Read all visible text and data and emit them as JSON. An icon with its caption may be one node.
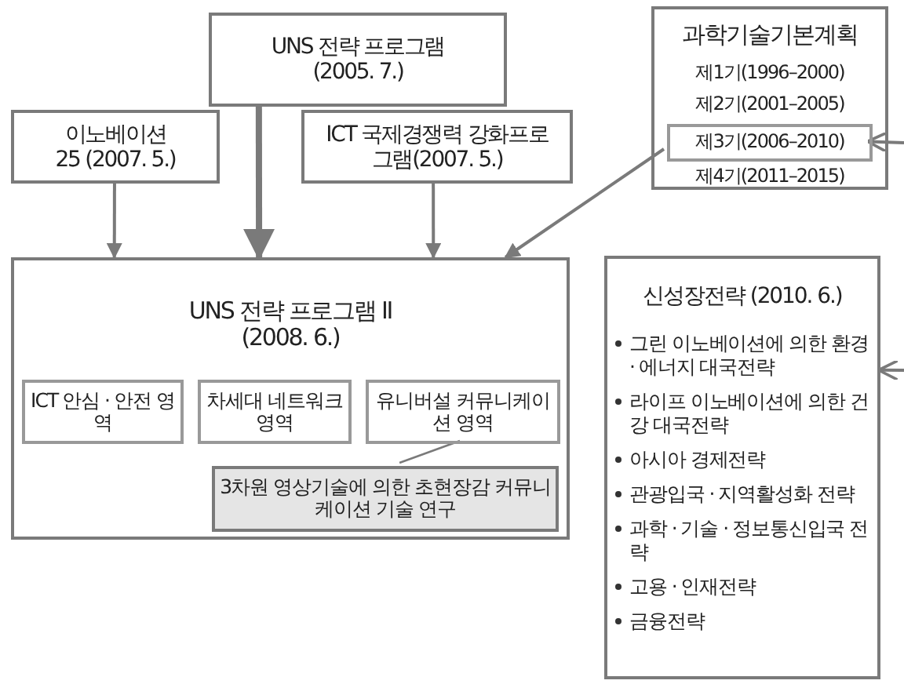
{
  "diagram": {
    "nodes": [
      {
        "text": [
          "UNS 전략 프로그램 (2005. 7.)"
        ]
      },
      {
        "text": [
          "이노베이션 25 (2007. 5.)"
        ]
      },
      {
        "text": [
          "ICT 국제경쟁력 강화프로그램(2007. 5.)"
        ]
      },
      {
        "text": [
          "과학기술기본계획",
          "제1기(1996–2000)",
          "제2기(2001–2005)",
          "제4기(2011–2015)"
        ]
      },
      {
        "text": [
          "제3기(2006–2010)"
        ],
        "in": 3
      },
      {
        "text": [
          "UNS 전략 프로그램 II (2008. 6.)"
        ]
      },
      {
        "text": [
          "ICT 안심 · 안전 영역"
        ],
        "in": 5
      },
      {
        "text": [
          "차세대 네트워크 영역"
        ],
        "in": 5
      },
      {
        "text": [
          "유니버설 커뮤니케이션 영역"
        ],
        "in": 5
      },
      {
        "text": [
          "3차원 영상기술에 의한 초현장감 커뮤니케이션 기술 연구"
        ],
        "in": 5
      },
      {
        "text": [
          "신성장전략 (2010. 6.)",
          "그린 이노베이션에 의한 환경 · 에너지 대국전략",
          "라이프 이노베이션에 의한 건강 대국전략",
          "아시아 경제전략",
          "관광입국 · 지역활성화 전략",
          "과학 · 기술 · 정보통신입국 전략",
          "고용 · 인재전략",
          "금융전략"
        ]
      }
    ],
    "edges": [
      {
        "from": 0,
        "to": 5,
        "arrow": "to",
        "style": "thick"
      },
      {
        "from": 1,
        "to": 5,
        "arrow": "to"
      },
      {
        "from": 2,
        "to": 5,
        "arrow": "to"
      },
      {
        "from": 4,
        "to": 5,
        "arrow": "to"
      },
      {
        "from": 8,
        "to": 9,
        "arrow": "none"
      },
      {
        "from": null,
        "to": 4,
        "arrow": "to"
      },
      {
        "from": null,
        "to": 10,
        "arrow": "to"
      }
    ]
  }
}
